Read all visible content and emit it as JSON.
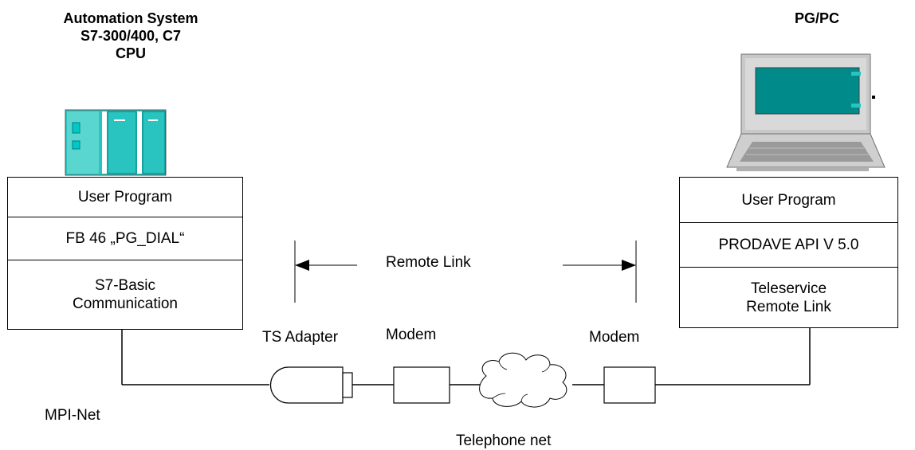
{
  "left": {
    "title_lines": [
      "Automation System",
      "S7-300/400, C7",
      "CPU"
    ],
    "stack": [
      {
        "lines": [
          "User Program"
        ]
      },
      {
        "lines": [
          "FB 46 „PG_DIAL“"
        ]
      },
      {
        "lines": [
          "S7-Basic",
          "Communication"
        ]
      }
    ]
  },
  "right": {
    "title_lines": [
      "PG/PC"
    ],
    "stack": [
      {
        "lines": [
          "User Program"
        ]
      },
      {
        "lines": [
          "PRODAVE API V 5.0"
        ]
      },
      {
        "lines": [
          "Teleservice",
          "Remote Link"
        ]
      }
    ]
  },
  "labels": {
    "remote_link": "Remote Link",
    "ts_adapter": "TS Adapter",
    "modem_left": "Modem",
    "modem_right": "Modem",
    "mpi_net": "MPI-Net",
    "telephone_net": "Telephone net"
  },
  "colors": {
    "plc_teal": "#29c4bf",
    "plc_dark": "#008080",
    "monitor_grey": "#c0c0c0",
    "screen_teal": "#008a8a"
  }
}
